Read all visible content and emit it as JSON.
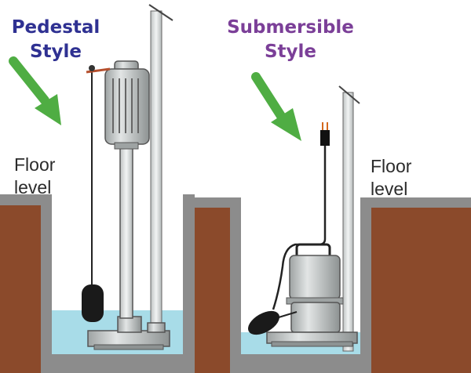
{
  "labels": {
    "pedestal": [
      "Pedestal",
      "Style"
    ],
    "submersible": [
      "Submersible",
      "Style"
    ],
    "floor_left": [
      "Floor",
      "level"
    ],
    "floor_right": [
      "Floor",
      "level"
    ]
  },
  "colors": {
    "pedestal_label": "#2f3192",
    "submersible_label": "#7b3f98",
    "arrow": "#4fad43",
    "soil": "#8b4a2b",
    "concrete": "#8c8c8c",
    "water": "#a8dce8",
    "pump_body": "#c8cccc",
    "background": "#ffffff"
  }
}
